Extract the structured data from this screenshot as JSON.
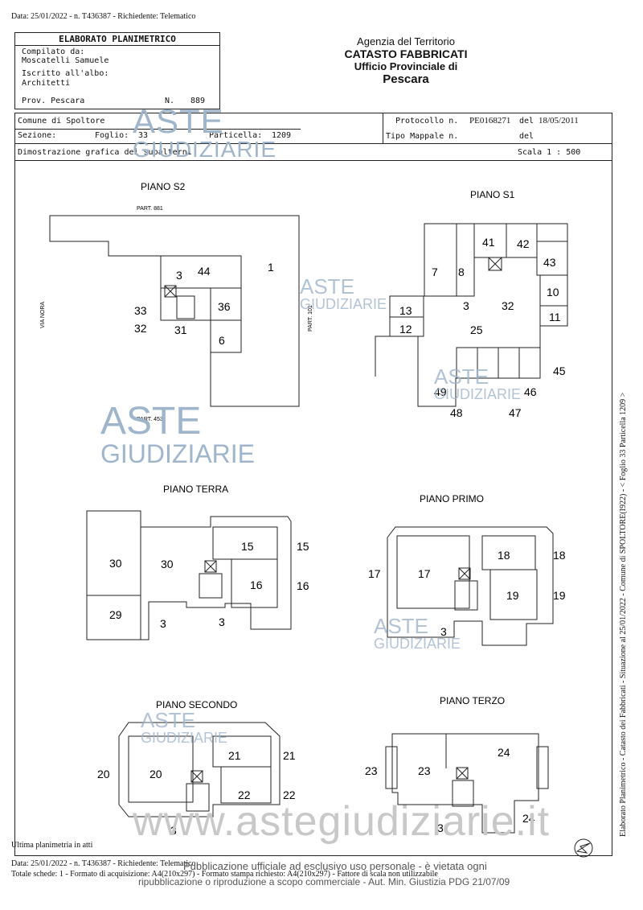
{
  "header_line": "Data: 25/01/2022 - n. T436387 - Richiedente: Telematico",
  "elaborato": {
    "title": "ELABORATO PLANIMETRICO",
    "compilato_label": "Compilato da:",
    "compilato_value": "Moscatelli Samuele",
    "iscritto_label": "Iscritto all'albo:",
    "iscritto_value": "Architetti",
    "prov_label": "Prov. Pescara",
    "n_label": "N.",
    "n_value": "889"
  },
  "agency": {
    "line1": "Agenzia del Territorio",
    "line2": "CATASTO FABBRICATI",
    "line3": "Ufficio Provinciale di",
    "line4": "Pescara"
  },
  "info": {
    "comune": "Comune di Spoltore",
    "sezione_label": "Sezione:",
    "foglio_label": "Foglio:",
    "foglio_value": "33",
    "particella_label": "Particella:",
    "particella_value": "1209",
    "protocollo_label": "Protocollo n.",
    "protocollo_value": "PE0168271",
    "del_label": "del",
    "del_value": "18/05/2011",
    "tipo_label": "Tipo Mappale n.",
    "del2_label": "del",
    "dimostrazione": "Dimostrazione grafica dei subalterni",
    "scala": "Scala 1 : 500"
  },
  "plans": {
    "s2": {
      "title": "PIANO S2",
      "part881": "PART. 881",
      "via": "VIA NORA",
      "part101": "PART. 101",
      "part453": "PART. 453",
      "labels": {
        "a": "3",
        "b": "44",
        "c": "1",
        "d": "33",
        "e": "36",
        "f": "32",
        "g": "31",
        "h": "6"
      }
    },
    "s1": {
      "title": "PIANO S1",
      "labels": {
        "a": "41",
        "b": "42",
        "c": "43",
        "d": "7",
        "e": "8",
        "f": "10",
        "g": "3",
        "h": "32",
        "i": "11",
        "j": "13",
        "k": "12",
        "l": "25",
        "m": "45",
        "n": "49",
        "o": "46",
        "p": "48",
        "q": "47"
      }
    },
    "terra": {
      "title": "PIANO TERRA",
      "labels": {
        "a": "30",
        "b": "30",
        "c": "15",
        "d": "15",
        "e": "16",
        "f": "16",
        "g": "29",
        "h": "3",
        "i": "3"
      }
    },
    "primo": {
      "title": "PIANO PRIMO",
      "labels": {
        "a": "18",
        "b": "18",
        "c": "17",
        "d": "17",
        "e": "19",
        "f": "19",
        "g": "3"
      }
    },
    "secondo": {
      "title": "PIANO SECONDO",
      "labels": {
        "a": "21",
        "b": "21",
        "c": "20",
        "d": "20",
        "e": "22",
        "f": "22",
        "g": "3"
      }
    },
    "terzo": {
      "title": "PIANO TERZO",
      "labels": {
        "a": "24",
        "b": "23",
        "c": "23",
        "d": "24",
        "e": "3"
      }
    }
  },
  "watermark": {
    "l1": "ASTE",
    "l2": "GIUDIZIARIE",
    "site": "www.astegiudiziarie.it"
  },
  "side_text": "Elaborato Planimetrico - Catasto dei Fabbricati - Situazione al 25/01/2022 - Comune di SPOLTORE(I922) - < Foglio 33 Particella 1209 >",
  "footer": {
    "ultima": "Ultima planimetria in atti",
    "line1": "Data: 25/01/2022 - n. T436387 - Richiedente: Telematico",
    "line2": "Totale schede: 1 - Formato di acquisizione: A4(210x297) - Formato stampa richiesto: A4(210x297) - Fattore di scala non utilizzabile",
    "notice1": "Pubblicazione ufficiale ad esclusivo uso personale - è vietata ogni",
    "notice2": "ripubblicazione o riproduzione a scopo commerciale - Aut. Min. Giustizia PDG 21/07/09"
  }
}
